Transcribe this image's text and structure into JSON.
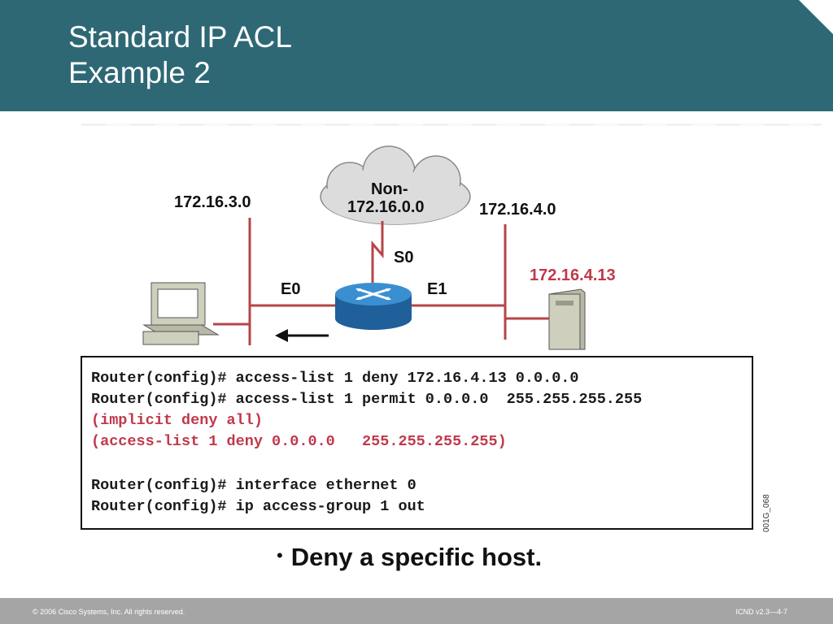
{
  "slide": {
    "title_line1": "Standard IP ACL",
    "title_line2": "Example 2"
  },
  "diagram": {
    "net_left": "172.16.3.0",
    "net_right": "172.16.4.0",
    "cloud_line1": "Non-",
    "cloud_line2": "172.16.0.0",
    "serial_interface": "S0",
    "interface_left": "E0",
    "interface_right": "E1",
    "host_address": "172.16.4.13",
    "colors": {
      "link": "#b5454a",
      "highlight_text": "#c0394b",
      "router": "#1f6fb3",
      "header": "#2e6875"
    },
    "icons": [
      "workstation-icon",
      "router-icon",
      "server-icon",
      "cloud-icon",
      "arrow-left-icon"
    ]
  },
  "config": {
    "lines": [
      "Router(config)# access-list 1 deny 172.16.4.13 0.0.0.0",
      "Router(config)# access-list 1 permit 0.0.0.0  255.255.255.255",
      "(implicit deny all)",
      "(access-list 1 deny 0.0.0.0   255.255.255.255)",
      "Router(config)# interface ethernet 0",
      "Router(config)# ip access-group 1 out"
    ],
    "figure_id": "001G_068"
  },
  "bullet": "Deny a specific host.",
  "footer": {
    "copyright": "© 2006 Cisco Systems, Inc. All rights reserved.",
    "course": "ICND v2.3—4-7"
  }
}
